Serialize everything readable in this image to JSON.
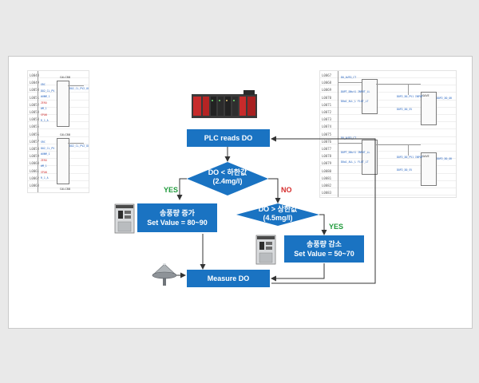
{
  "flow": {
    "plc_reads": "PLC reads DO",
    "decision1": {
      "line1": "DO < 하한값",
      "line2": "(2.4mg/l)"
    },
    "decision2": {
      "line1": "DO > 상한값",
      "line2": "(4.5mg/l)"
    },
    "increase": {
      "line1": "송풍량 증가",
      "line2": "Set Value = 80~90"
    },
    "decrease": {
      "line1": "송풍량 감소",
      "line2": "Set Value = 50~70"
    },
    "measure": "Measure DO",
    "yes1": "YES",
    "no1": "NO",
    "yes2": "YES"
  },
  "colors": {
    "node_fill": "#1a73c2",
    "arrow": "#333333",
    "yes": "#1e9a3a",
    "no": "#d62b2b"
  },
  "icons": {
    "plc": "plc-rack-icon",
    "blower": "blower-cabinet-icon",
    "diffuser": "diffuser-cone-icon"
  },
  "ladder_left": {
    "rows": [
      "L0048",
      "L0049",
      "L0050",
      "L0051",
      "L0052",
      "L0053",
      "L0054",
      "L0055",
      "L0056",
      "L0057",
      "L0058",
      "L0059",
      "L0060",
      "L0061",
      "L0062",
      "L0063"
    ],
    "blocks": [
      {
        "title": "CALC88",
        "pins": [
          "SRC",
          "DO2_CL_PV",
          "#UNM_1",
          "ZERO",
          "#M_1",
          "SPAN",
          "R_1_A"
        ],
        "out": "DO2_CL_PV2_OUT"
      },
      {
        "title": "CALC88",
        "pins": [
          "SRC",
          "DO2_CL_PV",
          "#UNM_1",
          "ZERO",
          "#M_1",
          "SPAN",
          "R_1_A"
        ],
        "out": "DO2_CL_PV2_OUT"
      }
    ],
    "footer": "CALC88"
  },
  "ladder_right": {
    "rows": [
      "L0067",
      "L0068",
      "L0069",
      "L0070",
      "L0071",
      "L0072",
      "L0073",
      "L0074",
      "L0075",
      "L0076",
      "L0077",
      "L0078",
      "L0079",
      "L0080",
      "L0081",
      "L0082",
      "L0083"
    ],
    "blocks": [
      {
        "contact": "DO_AUTO_CT",
        "in1": "DOPT_D0ut1 INPUT_LL",
        "in2": "DOw1_ALL_L FLOT_LT",
        "pid": "SAVE",
        "out": "DOP2_DO_OK",
        "mid": "DOP2_DO_PV1 INPUT",
        "mid2": "DOP2_DO_SV"
      },
      {
        "contact": "DO_AUTO_CT",
        "in1": "DOPT_D0ut1 INPUT_LL",
        "in2": "DOw1_ALL_L FLOT_LT",
        "pid": "SAVE",
        "out": "DOP2_DO_OK",
        "mid": "DOP2_DO_PV1 INPUT",
        "mid2": "DOP2_DO_SV"
      }
    ]
  }
}
